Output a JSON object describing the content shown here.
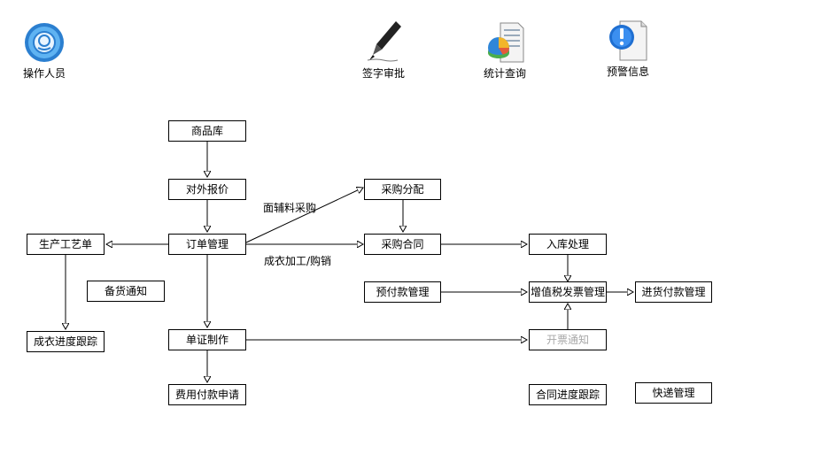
{
  "toolbar": {
    "operators": "操作人员",
    "sign_approve": "签字审批",
    "stats_query": "统计查询",
    "alert_info": "预警信息"
  },
  "nodes": {
    "product_library": "商品库",
    "external_quote": "对外报价",
    "order_management": "订单管理",
    "production_process_sheet": "生产工艺单",
    "stock_notice": "备货通知",
    "garment_progress_tracking": "成衣进度跟踪",
    "document_making": "单证制作",
    "expense_payment_request": "费用付款申请",
    "purchase_allocation": "采购分配",
    "purchase_contract": "采购合同",
    "prepayment_management": "预付款管理",
    "inbound_processing": "入库处理",
    "vat_invoice_management": "增值税发票管理",
    "purchase_payment_management": "进货付款管理",
    "invoicing_notice": "开票通知",
    "contract_progress_tracking": "合同进度跟踪",
    "express_management": "快递管理"
  },
  "edge_labels": {
    "accessory_purchase": "面辅料采购",
    "garment_processing": "成衣加工/购销"
  },
  "colors": {
    "disabled_text": "#a8a8a8",
    "line": "#000000"
  }
}
